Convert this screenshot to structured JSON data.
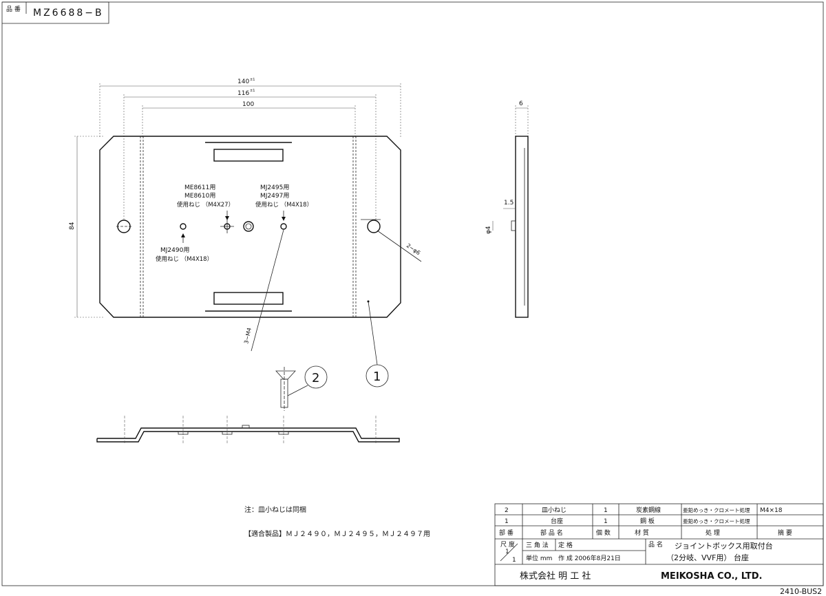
{
  "part_number": {
    "label": "品 番",
    "value": "MZ6688−B"
  },
  "dimensions": {
    "w140": "140",
    "w140_sup": "±1",
    "w116": "116",
    "w116_sup": "±1",
    "w100": "100",
    "h84": "84",
    "side_thickness": "6",
    "side_offset": "1.5",
    "side_hole": "φ4",
    "holes_2": "2−φ6",
    "holes_3": "3−M4"
  },
  "labels": {
    "me8611": "ME8611用",
    "me8610": "ME8610用",
    "screw_m4x27": "使用ねじ （M4X27）",
    "mj2495": "MJ2495用",
    "mj2497": "MJ2497用",
    "screw_m4x18_a": "使用ねじ （M4X18）",
    "mj2490": "MJ2490用",
    "screw_m4x18_b": "使用ねじ （M4X18）"
  },
  "balloons": {
    "b1": "1",
    "b2": "2"
  },
  "notes": {
    "note1": "注：皿小ねじは同梱",
    "note2": "【適合製品】ＭＪ２４９０，ＭＪ２４９５，ＭＪ２４９７用"
  },
  "title_block": {
    "rows": [
      {
        "no": "2",
        "name": "皿小ねじ",
        "qty": "1",
        "material": "炭素鋼線",
        "finish": "亜鉛めっき・クロメート処理",
        "remarks": "M4×18"
      },
      {
        "no": "1",
        "name": "台座",
        "qty": "1",
        "material": "鋼 板",
        "finish": "亜鉛めっき・クロメート処理",
        "remarks": ""
      }
    ],
    "headers": {
      "no": "部 番",
      "name": "部 品 名",
      "qty": "個 数",
      "material": "材 質",
      "finish": "処 理",
      "remarks": "摘 要"
    },
    "scale_label": "尺 度",
    "scale_top": "1",
    "scale_bottom": "1",
    "projection": "三 角 法",
    "tolerance": "定 格",
    "unit": "単位 mm",
    "created": "作 成 2006年8月21日",
    "product_name_label": "品 名",
    "product_name_1": "ジョイントボックス用取付台",
    "product_name_2": "（2分岐、VVF用） 台座",
    "company_jp": "株式会社 明 工 社",
    "company_en": "MEIKOSHA CO., LTD."
  },
  "drawing_code": "2410-BUS2"
}
